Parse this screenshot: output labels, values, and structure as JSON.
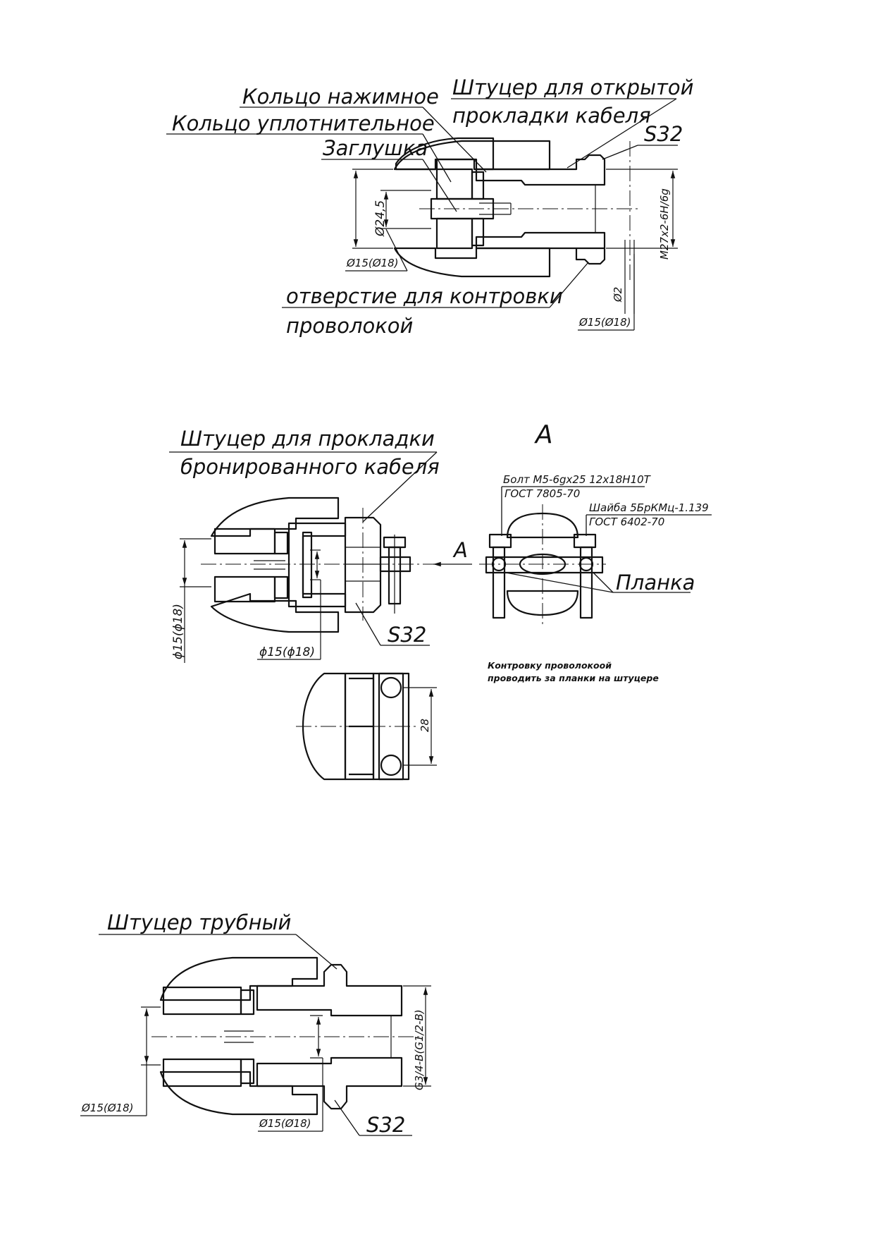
{
  "figure1": {
    "label_ring_press": "Кольцо нажимное",
    "label_ring_seal": "Кольцо уплотнительное",
    "label_plug": "Заглушка",
    "label_fitting_open_1": "Штуцер для открытой",
    "label_fitting_open_2": "прокладки кабеля",
    "label_s": "S32",
    "dim_d245": "Ø24,5",
    "dim_d15_left": "Ø15(Ø18)",
    "dim_thread": "М27х2-6Н/6g",
    "dim_d2": "Ø2",
    "dim_d15_right": "Ø15(Ø18)",
    "label_hole_1": "отверстие для контровки",
    "label_hole_2": "проволокой"
  },
  "figure2": {
    "label_fitting_armored_1": "Штуцер  для прокладки",
    "label_fitting_armored_2": "бронированного кабеля",
    "view_title": "А",
    "view_arrow": "А",
    "label_bolt_1": "Болт М5-6gх25 12х18Н10Т",
    "label_bolt_2": "ГОСТ 7805-70",
    "label_washer_1": "Шайба 5БрКМц-1.139",
    "label_washer_2": "ГОСТ 6402-70",
    "label_plank": "Планка",
    "label_s": "S32",
    "dim_d15_vertical": "ϕ15(ϕ18)",
    "dim_d15_bottom": "ϕ15(ϕ18)",
    "dim_28": "28",
    "note_1": "Контровку проволокоой",
    "note_2": "проводить за планки на штуцере"
  },
  "figure3": {
    "label_fitting_pipe": "Штуцер трубный",
    "dim_d15_left": "Ø15(Ø18)",
    "dim_d15_bottom": "Ø15(Ø18)",
    "dim_thread": "G3/4-B(G1/2-B)",
    "label_s": "S32"
  }
}
